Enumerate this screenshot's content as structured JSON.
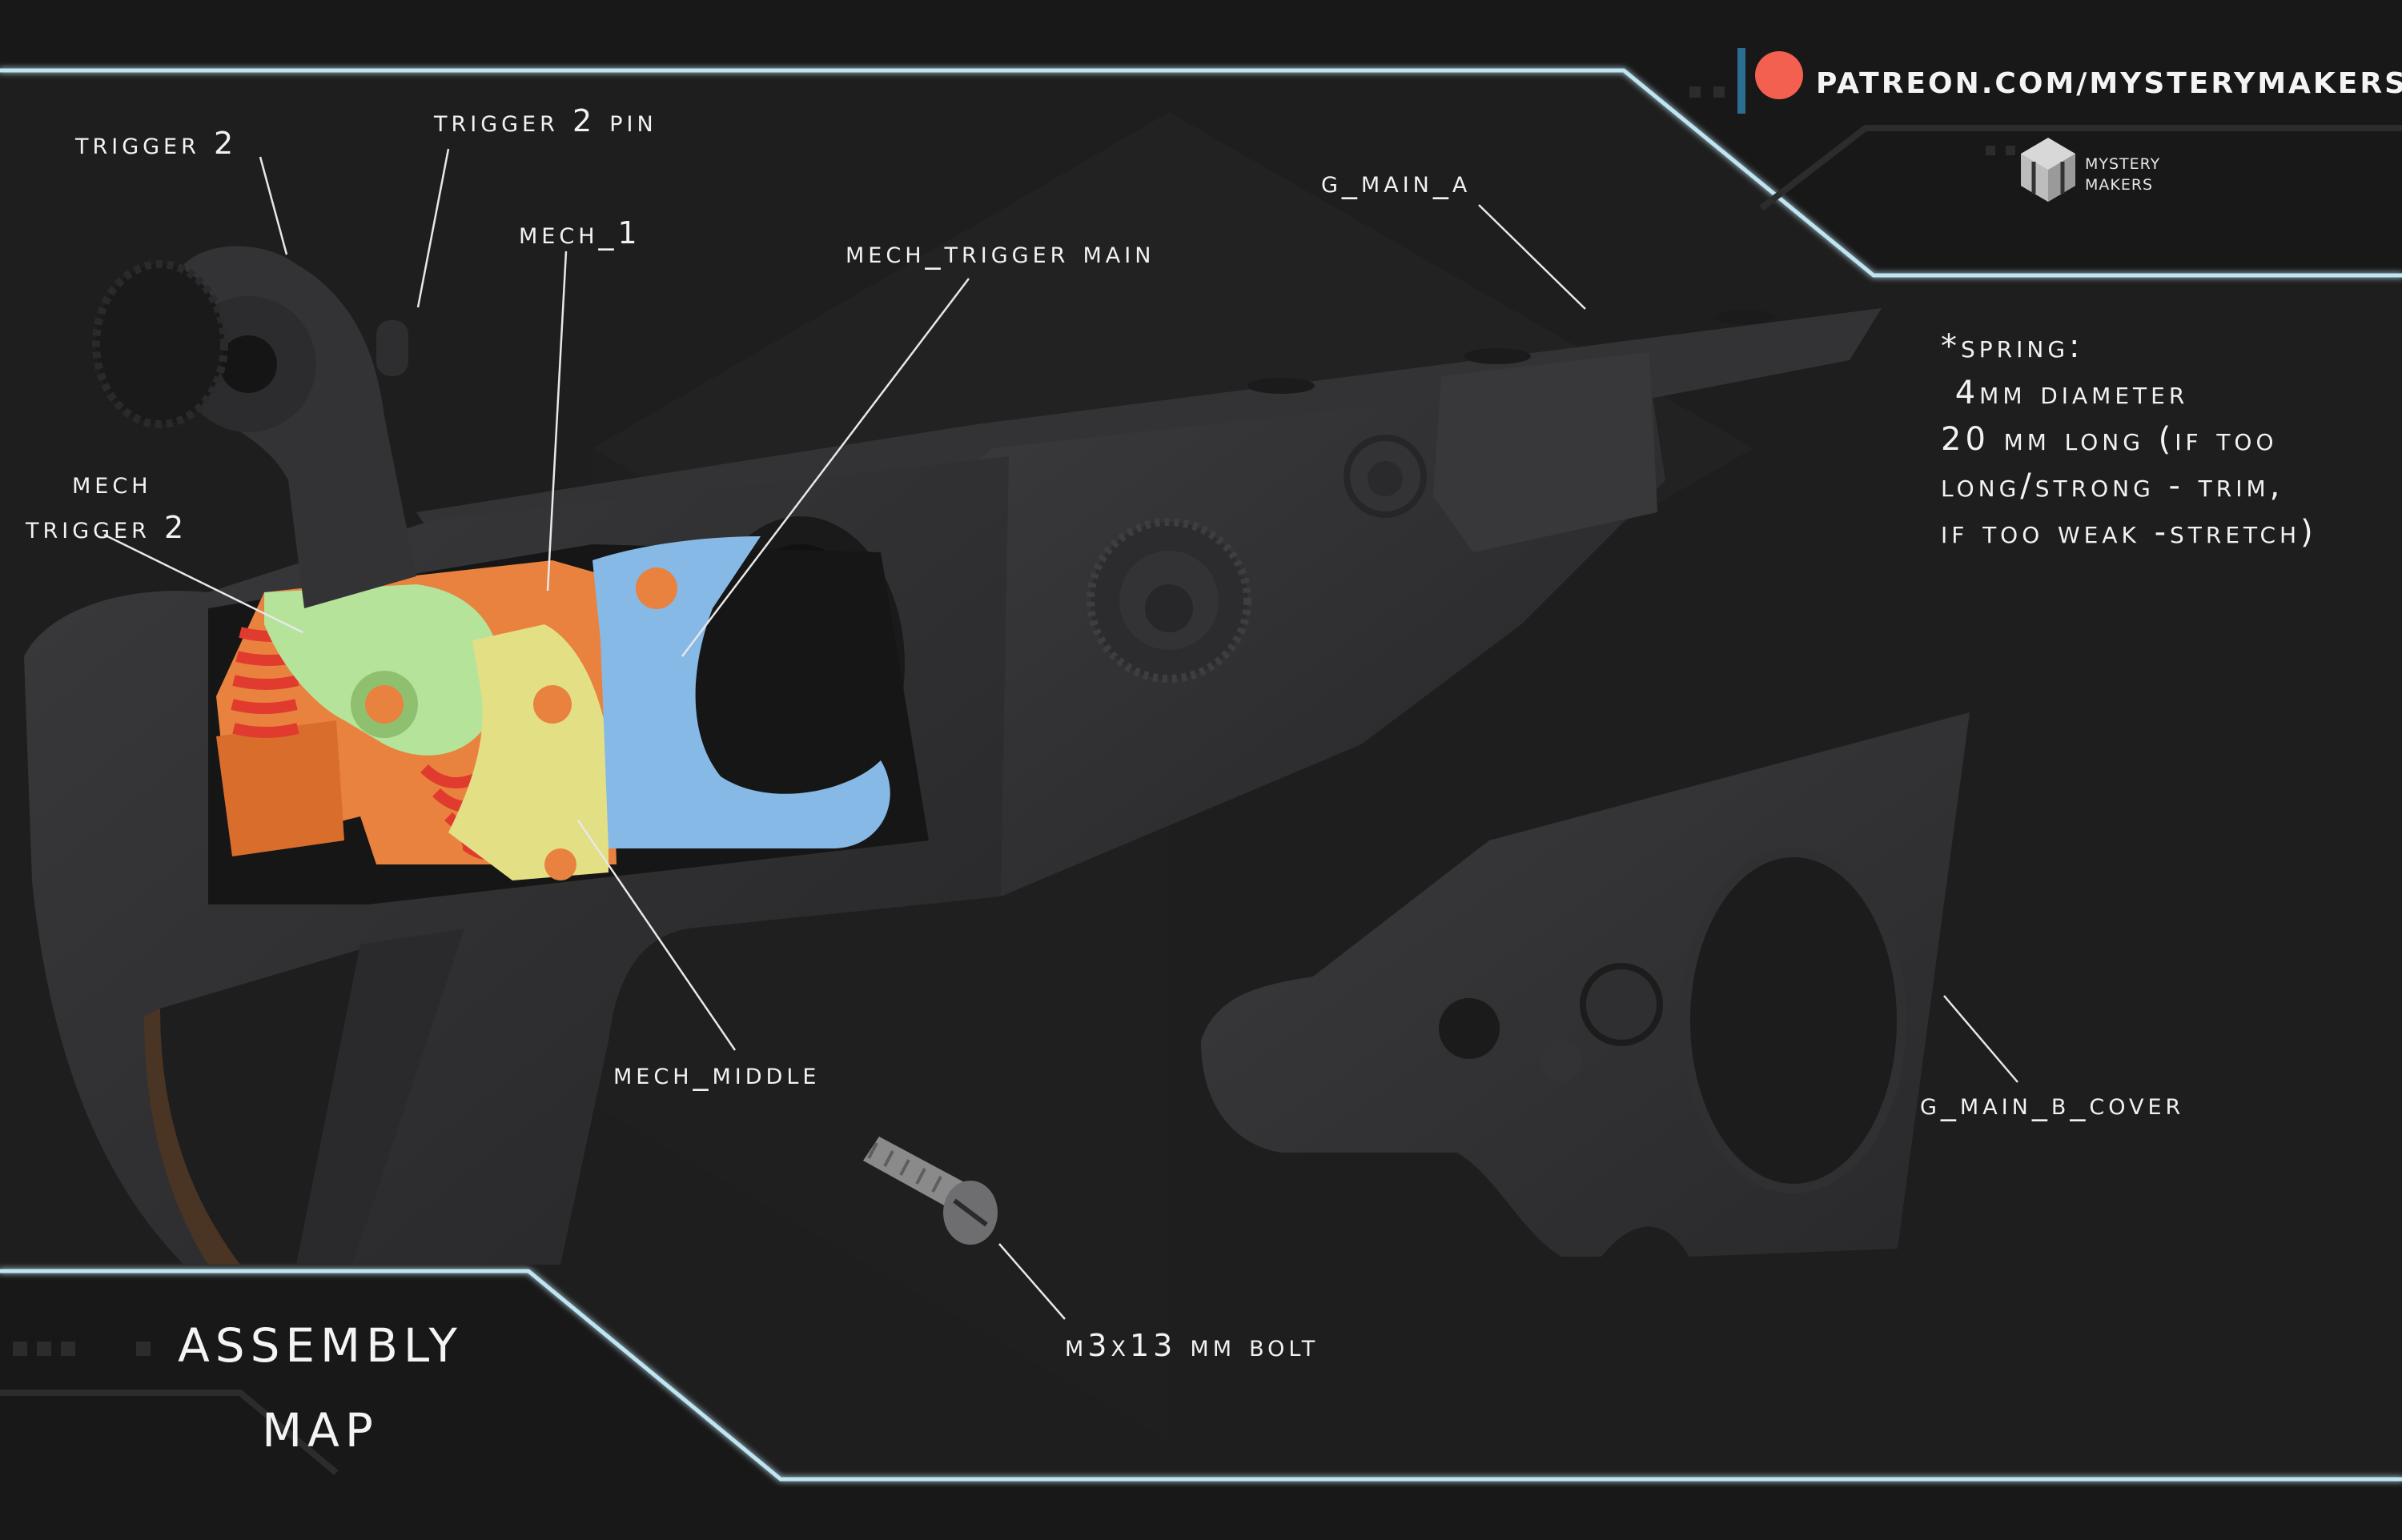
{
  "header": {
    "patreon_url": "PATREON.COM/MYSTERYMAKERS",
    "brand_line1": "MYSTERY",
    "brand_line2": "MAKERS"
  },
  "labels": {
    "trigger_2": "trigger 2",
    "trigger_2_pin": "trigger 2 pin",
    "mech_1": "mech_1",
    "mech_trigger_main": "mech_trigger main",
    "g_main_a": "g_main_a",
    "mech_trigger_2_line1": "mech",
    "mech_trigger_2_line2": "trigger 2",
    "mech_middle": "mech_middle",
    "g_main_b_cover": "g_main_b_cover",
    "bolt": "m3x13 mm bolt"
  },
  "spring_note": {
    "line1": "*spring:",
    "line2": " 4mm diameter",
    "line3": "20 mm long (if too",
    "line4": "long/strong - trim,",
    "line5": "if too weak -stretch)"
  },
  "title": {
    "line1": "ASSEMBLY",
    "line2": "MAP"
  },
  "colors": {
    "background": "#1e1e1e",
    "frame_line": "#bfe4f2",
    "leader_line": "#e8e8e8",
    "part_body": "#2f2f31",
    "mech_trigger_2": "#b5e39a",
    "mech_1": "#e8823e",
    "mech_trigger_main": "#86b9e6",
    "mech_middle": "#e3df84",
    "spring": "#e03b2e",
    "patreon_dot": "#f4604f"
  }
}
